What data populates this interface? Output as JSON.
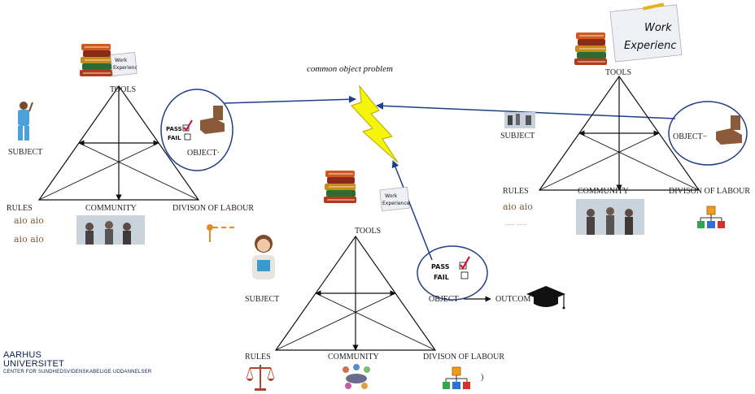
{
  "title": "common object problem",
  "systems": [
    {
      "id": "left",
      "labels": {
        "tools": "TOOLS",
        "subject": "SUBJECT",
        "object": "OBJECT·",
        "rules": "RULES",
        "community": "COMMUNITY",
        "division": "DIVISON OF LABOUR"
      },
      "rules_icon_text": [
        "aio aio",
        "aio aio"
      ]
    },
    {
      "id": "center",
      "labels": {
        "tools": "TOOLS",
        "subject": "SUBJECT",
        "object": "OBJECT",
        "outcome": "OUTCOM",
        "rules": "RULES",
        "community": "COMMUNITY",
        "division": "DIVISON OF LABOUR"
      }
    },
    {
      "id": "right",
      "labels": {
        "tools": "TOOLS",
        "subject": "SUBJECT",
        "object": "OBJECT−",
        "rules": "RULES",
        "community": "COMMUNITY",
        "division": "DIVISON OF LABOUR"
      },
      "rules_icon_text": [
        "aio aio",
        "..... ....."
      ]
    }
  ],
  "card_texts": {
    "left": [
      "Work",
      "Experienc"
    ],
    "center": [
      "Work",
      "Experience"
    ],
    "right": [
      "Work",
      "Experienc"
    ]
  },
  "pass_fail": {
    "pass": "PASS",
    "fail": "FAIL"
  },
  "division_stray": ")",
  "logo": {
    "line1": "AARHUS",
    "line2": "UNIVERSITET",
    "line3": "CENTER FOR SUNDHEDSVIDENSKABELIGE UDDANNELSER"
  },
  "colors": {
    "arrow_blue": "#1f3f8c",
    "bolt": "#f5f50a",
    "bolt_edge": "#b8a300"
  }
}
